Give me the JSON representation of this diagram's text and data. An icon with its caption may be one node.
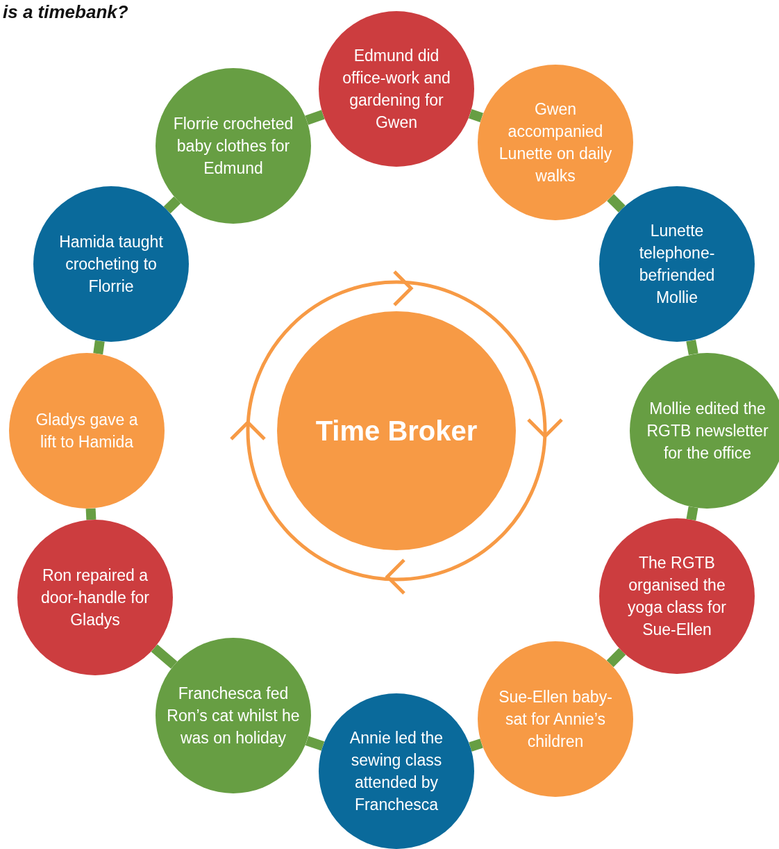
{
  "diagram": {
    "title": "is a timebank?",
    "nodes": [
      {
        "text": [
          "Edmund did office-work and gardening for Gwen"
        ]
      },
      {
        "text": [
          "Gwen accompanied Lunette on daily walks"
        ]
      },
      {
        "text": [
          "Lunette telephone-befriended Mollie"
        ]
      },
      {
        "text": [
          "Mollie edited the RGTB newsletter for the office"
        ]
      },
      {
        "text": [
          "The RGTB organised the yoga class for Sue-Ellen"
        ]
      },
      {
        "text": [
          "Sue-Ellen baby-sat for Annie’s children"
        ]
      },
      {
        "text": [
          "Annie led the sewing class attended by Franchesca"
        ]
      },
      {
        "text": [
          "Franchesca fed Ron’s cat whilst he was on holiday"
        ]
      },
      {
        "text": [
          "Ron repaired a door-handle for Gladys"
        ]
      },
      {
        "text": [
          "Gladys gave a lift to Hamida"
        ]
      },
      {
        "text": [
          "Hamida taught crocheting to Florrie"
        ]
      },
      {
        "text": [
          "Florrie crocheted baby clothes for Edmund"
        ]
      },
      {
        "text": [
          "Time Broker"
        ]
      }
    ],
    "edges": [
      {
        "from": 0,
        "to": 1,
        "arrow": "none"
      },
      {
        "from": 1,
        "to": 2,
        "arrow": "none"
      },
      {
        "from": 2,
        "to": 3,
        "arrow": "none"
      },
      {
        "from": 3,
        "to": 4,
        "arrow": "none"
      },
      {
        "from": 4,
        "to": 5,
        "arrow": "none"
      },
      {
        "from": 5,
        "to": 6,
        "arrow": "none"
      },
      {
        "from": 6,
        "to": 7,
        "arrow": "none"
      },
      {
        "from": 7,
        "to": 8,
        "arrow": "none"
      },
      {
        "from": 8,
        "to": 9,
        "arrow": "none"
      },
      {
        "from": 9,
        "to": 10,
        "arrow": "none"
      },
      {
        "from": 10,
        "to": 11,
        "arrow": "none"
      },
      {
        "from": 11,
        "to": 0,
        "arrow": "none"
      }
    ]
  }
}
